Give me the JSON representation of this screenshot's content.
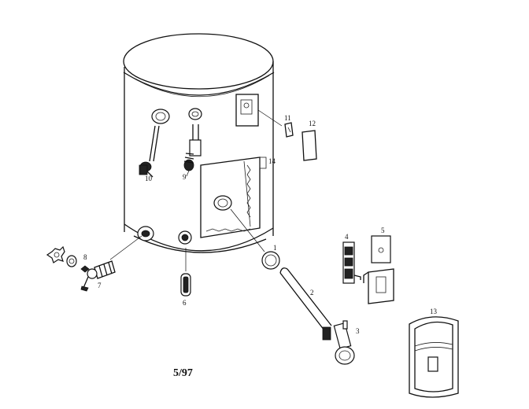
{
  "diagram": {
    "date_code": "5/97",
    "part_labels": [
      "1",
      "2",
      "3",
      "4",
      "5",
      "6",
      "7",
      "8",
      "9",
      "10",
      "11",
      "12",
      "13",
      "14"
    ]
  }
}
